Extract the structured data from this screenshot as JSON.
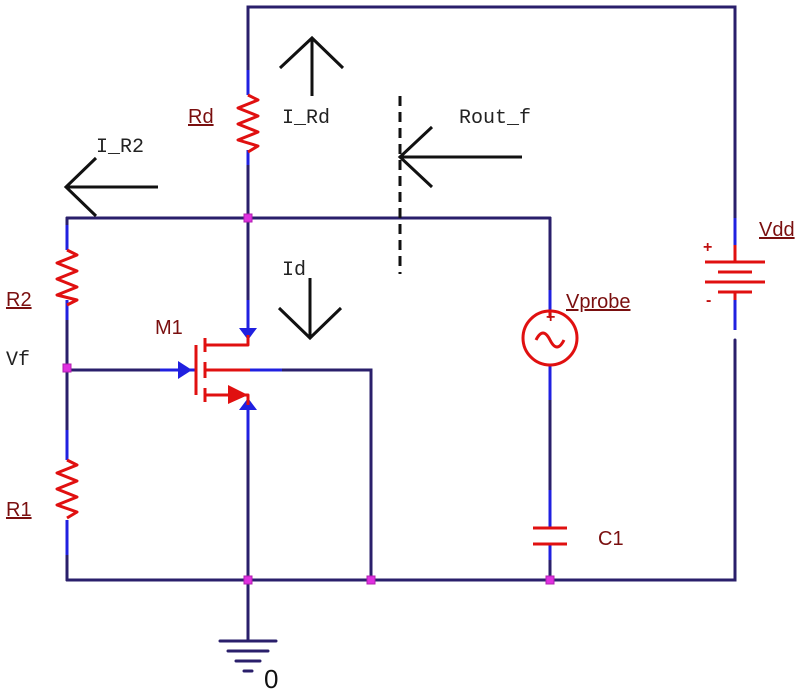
{
  "components": {
    "rd": "Rd",
    "r2": "R2",
    "r1": "R1",
    "m1": "M1",
    "vprobe": "Vprobe",
    "c1": "C1",
    "vdd": "Vdd"
  },
  "labels": {
    "i_rd": "I_Rd",
    "i_r2": "I_R2",
    "rout_f": "Rout_f",
    "id": "Id",
    "vf": "Vf",
    "ground": "0"
  },
  "symbols": {
    "plus": "+",
    "minus": "-"
  },
  "colors": {
    "wire": "#2a1f6b",
    "component": "#e01010",
    "pin": "#2020e0",
    "node": "#e030e0",
    "label": "#7a0f0f"
  }
}
